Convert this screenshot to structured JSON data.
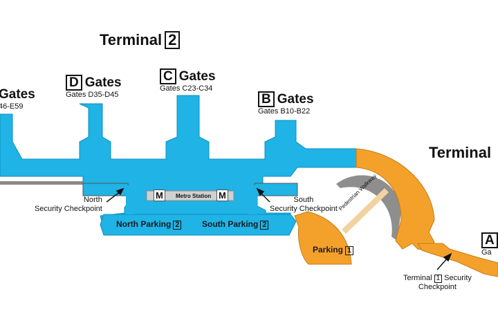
{
  "terminal_2": {
    "title": "Terminal",
    "number": "2"
  },
  "terminal_1": {
    "title": "Terminal"
  },
  "gates_e": {
    "title": "Gates",
    "range": "46-E59"
  },
  "gates_d": {
    "letter": "D",
    "title": "Gates",
    "range": "Gates D35-D45"
  },
  "gates_c": {
    "letter": "C",
    "title": "Gates",
    "range": "Gates C23-C34"
  },
  "gates_b": {
    "letter": "B",
    "title": "Gates",
    "range": "Gates B10-B22"
  },
  "gates_a": {
    "letter": "A",
    "range_fragment": "Ga"
  },
  "metro": {
    "label": "Metro Station",
    "sign": "M"
  },
  "north_checkpoint": {
    "line1": "North",
    "line2": "Security Checkpoint"
  },
  "south_checkpoint": {
    "line1": "South",
    "line2": "Security Checkpoint"
  },
  "north_parking": {
    "label": "North Parking",
    "number": "2"
  },
  "south_parking": {
    "label": "South Parking",
    "number": "2"
  },
  "parking_1": {
    "label": "Parking",
    "number": "1"
  },
  "walkway": {
    "label": "Pedestrian Walkway"
  },
  "terminal_1_checkpoint": {
    "line1_pre": "Terminal",
    "number": "1",
    "line1_post": "Security",
    "line2": "Checkpoint"
  },
  "colors": {
    "terminal_2": "#1fb3e6",
    "terminal_1": "#f4a12b",
    "walkway": "#7a7a7a",
    "text": "#111111"
  }
}
